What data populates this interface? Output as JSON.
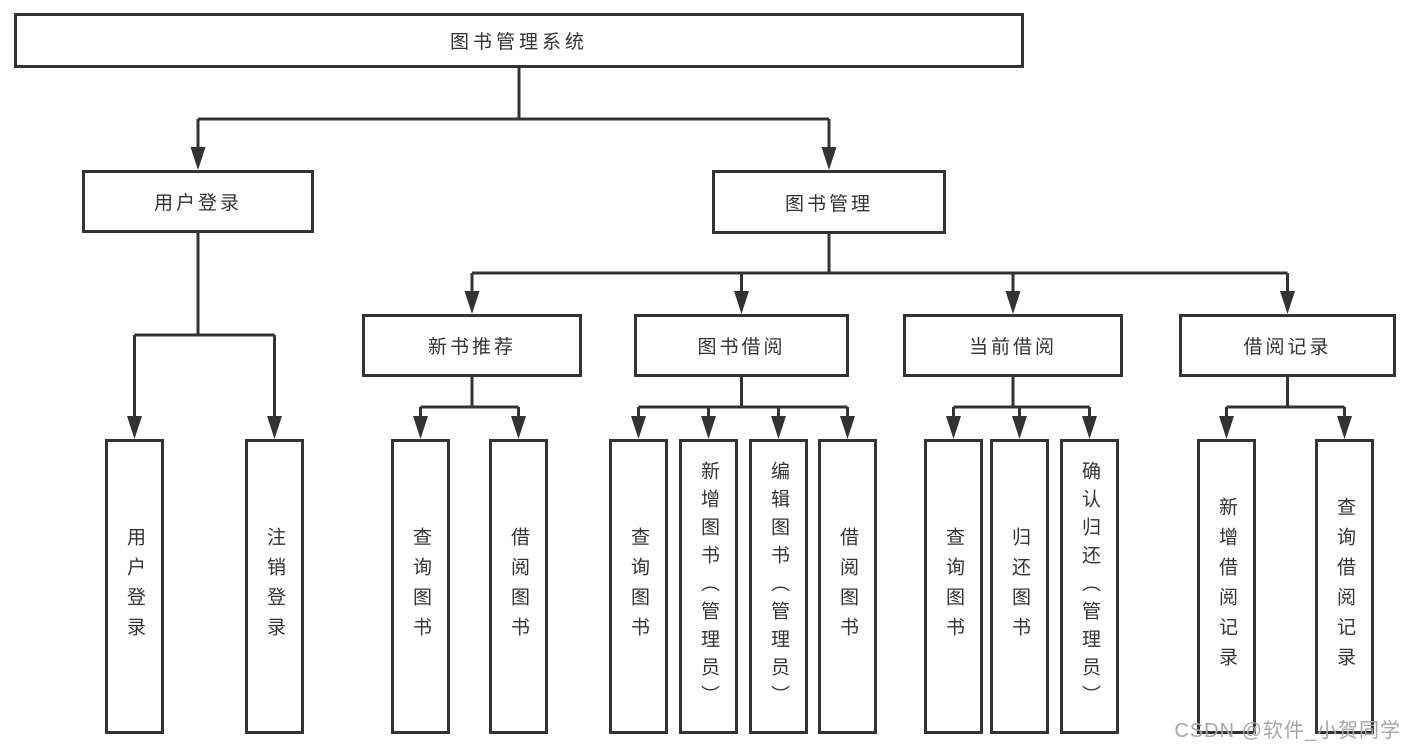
{
  "watermark": "CSDN @软件_小贺同学",
  "colors": {
    "line": "#333333",
    "text": "#333333",
    "box_background": "#ffffff",
    "watermark": "#a6a6a6",
    "page_background": "#ffffff"
  },
  "tree": {
    "label": "图书管理系统",
    "children": [
      {
        "label": "用户登录",
        "children": [
          {
            "label": "用户登录"
          },
          {
            "label": "注销登录"
          }
        ]
      },
      {
        "label": "图书管理",
        "children": [
          {
            "label": "新书推荐",
            "children": [
              {
                "label": "查询图书"
              },
              {
                "label": "借阅图书"
              }
            ]
          },
          {
            "label": "图书借阅",
            "children": [
              {
                "label": "查询图书"
              },
              {
                "label": "新增图书（管理员）"
              },
              {
                "label": "编辑图书（管理员）"
              },
              {
                "label": "借阅图书"
              }
            ]
          },
          {
            "label": "当前借阅",
            "children": [
              {
                "label": "查询图书"
              },
              {
                "label": "归还图书"
              },
              {
                "label": "确认归还（管理员）"
              }
            ]
          },
          {
            "label": "借阅记录",
            "children": [
              {
                "label": "新增借阅记录"
              },
              {
                "label": "查询借阅记录"
              }
            ]
          }
        ]
      }
    ]
  }
}
